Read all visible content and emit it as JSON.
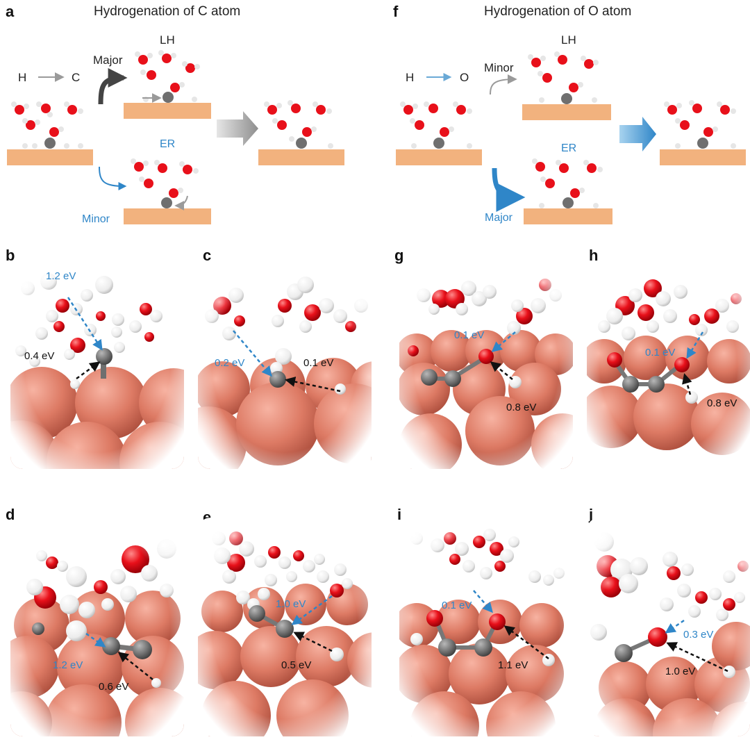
{
  "panel_labels": {
    "a": "a",
    "b": "b",
    "c": "c",
    "d": "d",
    "e": "e",
    "f": "f",
    "g": "g",
    "h": "h",
    "i": "i",
    "j": "j"
  },
  "titles": {
    "c_hydrogenation": "Hydrogenation of C atom",
    "o_hydrogenation": "Hydrogenation of O atom"
  },
  "scheme_a": {
    "h": "H",
    "target": "C",
    "lh": "LH",
    "er": "ER",
    "major": "Major",
    "minor": "Minor"
  },
  "scheme_f": {
    "h": "H",
    "target": "O",
    "lh": "LH",
    "er": "ER",
    "major": "Major",
    "minor": "Minor"
  },
  "energies": {
    "b": {
      "er": "1.2 eV",
      "lh": "0.4 eV"
    },
    "c": {
      "er": "0.2 eV",
      "lh": "0.1 eV"
    },
    "d": {
      "er": "1.2 eV",
      "lh": "0.6 eV"
    },
    "e": {
      "er": "1.0 eV",
      "lh": "0.5 eV"
    },
    "g": {
      "er": "0.1 eV",
      "lh": "0.8 eV"
    },
    "h": {
      "er": "0.1 eV",
      "lh": "0.8 eV"
    },
    "i": {
      "er": "0.1 eV",
      "lh": "1.1 eV"
    },
    "j": {
      "er": "0.3 eV",
      "lh": "1.0 eV"
    }
  },
  "colors": {
    "copper": "#d9735f",
    "slab": "#f2b27e",
    "oxygen": "#e8101a",
    "hydrogen": "#f4f4f4",
    "carbon": "#6f6f6f",
    "er_blue": "#2f86c8",
    "lh_black": "#111111"
  }
}
